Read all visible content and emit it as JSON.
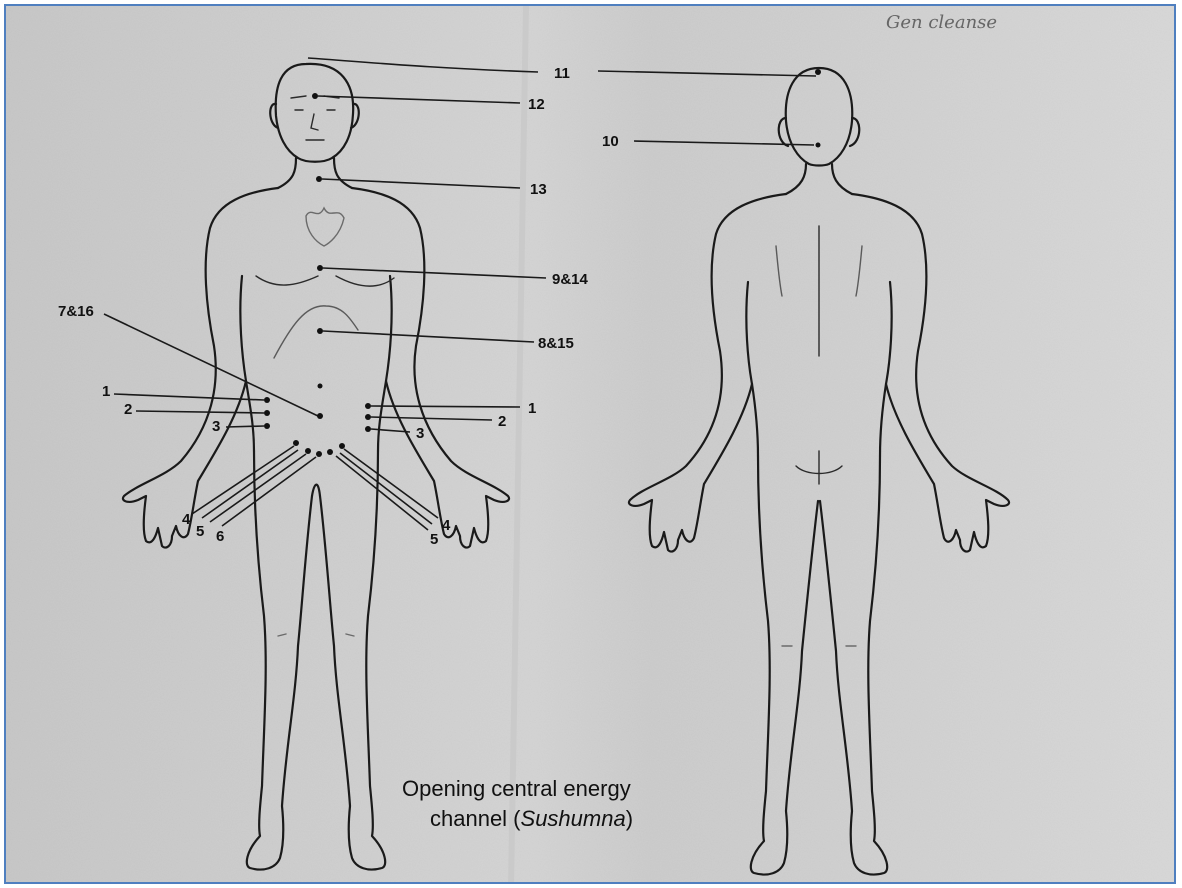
{
  "point_labels": {
    "p11": "11",
    "p12": "12",
    "p10": "10",
    "p13": "13",
    "p9_14": "9&14",
    "p8_15": "8&15",
    "p7_16": "7&16",
    "left_1": "1",
    "left_2": "2",
    "left_3": "3",
    "right_1": "1",
    "right_2": "2",
    "right_3": "3",
    "left_4": "4",
    "left_5": "5",
    "left_6": "6",
    "right_4": "4",
    "right_5": "5"
  },
  "caption": {
    "line1": "Opening central energy",
    "line2_prefix": "channel (",
    "line2_italic": "Sushumna",
    "line2_suffix": ")"
  },
  "handwriting": "Gen cleanse",
  "colors": {
    "paper": "#dcdcdc",
    "ink": "#1a1a1a",
    "frame_border": "#4f7fbf"
  }
}
